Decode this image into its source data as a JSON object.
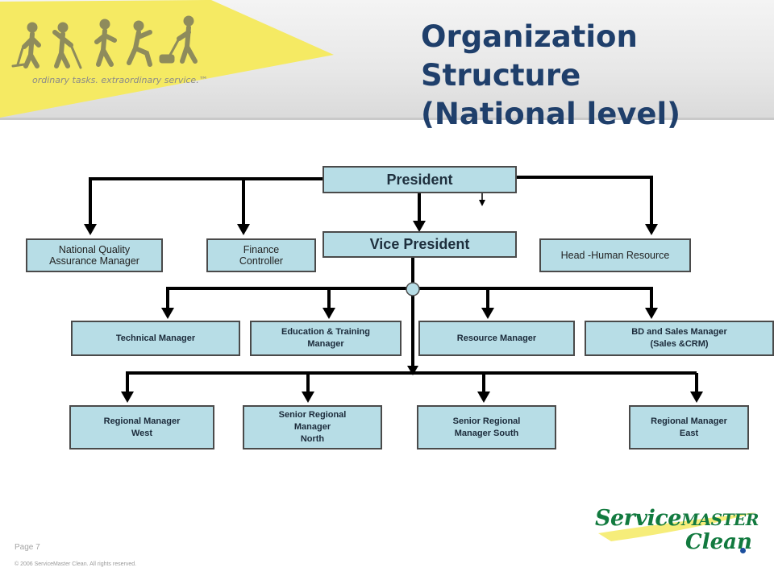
{
  "slide": {
    "title": "Organization Structure\n(National level)",
    "tagline": "ordinary tasks. extraordinary service.™",
    "page_label": "Page 7",
    "copyright": "© 2006 ServiceMaster Clean. All rights reserved.",
    "logo": {
      "line1_main": "Service",
      "line1_small": "MASTER",
      "line2": "Clean"
    },
    "colors": {
      "title": "#1f3f6b",
      "box_fill": "#b7dde6",
      "banner_yellow": "#f5ea63",
      "figures": "#8e8b5c",
      "logo_green": "#127a3f"
    }
  },
  "org": {
    "president": "President",
    "vice_president": "Vice President",
    "direct_reports": {
      "quality": "National Quality\nAssurance Manager",
      "finance": "Finance\nController",
      "hr": "Head -Human Resource"
    },
    "managers": {
      "technical": "Technical Manager",
      "education": "Education & Training\nManager",
      "resource": "Resource Manager",
      "bd_sales": "BD and Sales Manager\n(Sales &CRM)"
    },
    "regional": {
      "west": "Regional Manager\nWest",
      "north": "Senior Regional\nManager\nNorth",
      "south": "Senior Regional\nManager South",
      "east": "Regional Manager\nEast"
    }
  }
}
